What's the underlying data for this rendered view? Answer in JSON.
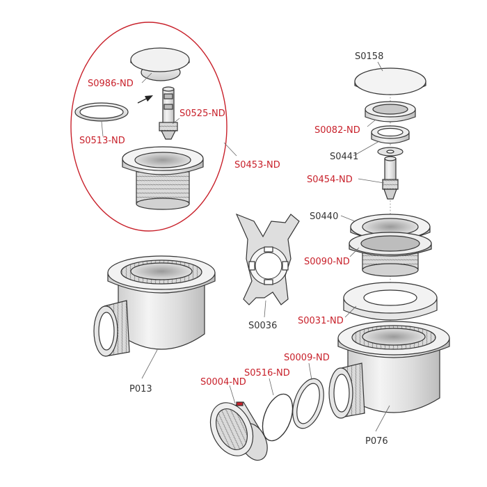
{
  "labels": {
    "S0986_ND": "S0986-ND",
    "S0525_ND": "S0525-ND",
    "S0513_ND": "S0513-ND",
    "S0453_ND": "S0453-ND",
    "S0158": "S0158",
    "S0082_ND": "S0082-ND",
    "S0441": "S0441",
    "S0454_ND": "S0454-ND",
    "S0440": "S0440",
    "S0090_ND": "S0090-ND",
    "S0031_ND": "S0031-ND",
    "S0036": "S0036",
    "P013": "P013",
    "S0009_ND": "S0009-ND",
    "S0516_ND": "S0516-ND",
    "S0004_ND": "S0004-ND",
    "P076": "P076"
  },
  "colors": {
    "highlight_code": "#c8202a",
    "plain_code": "#333333",
    "group_outline": "#c8202a",
    "part_fill": "#eeeeee",
    "part_stroke": "#333333"
  }
}
